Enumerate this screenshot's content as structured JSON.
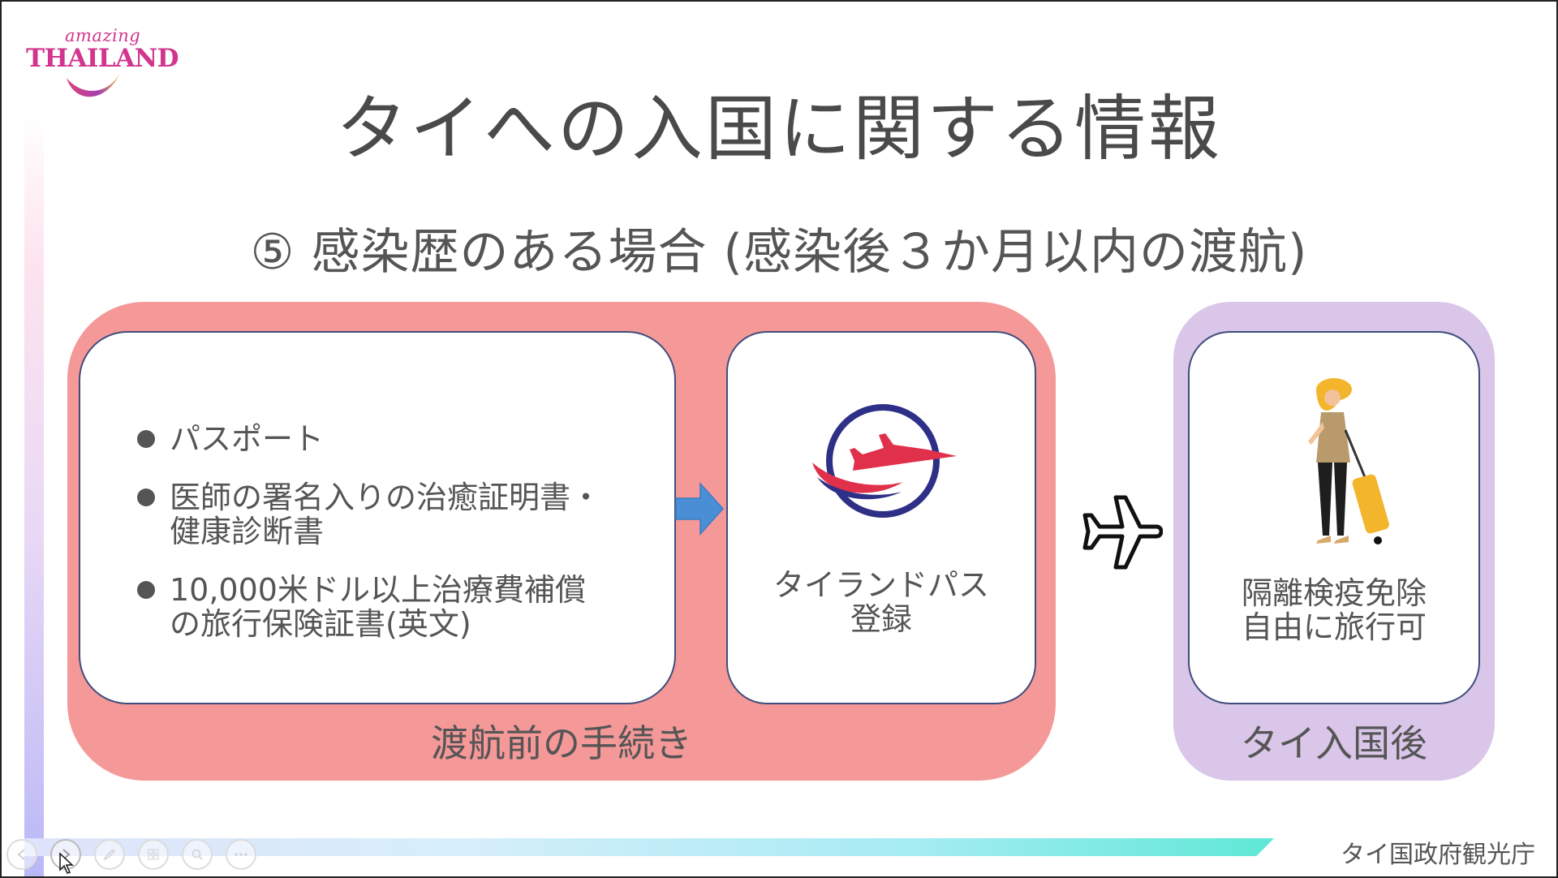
{
  "logo": {
    "amazing": "amazing",
    "thailand": "THAILAND"
  },
  "slide": {
    "title": "タイへの入国に関する情報",
    "subtitle": "⑤ 感染歴のある場合 (感染後３か月以内の渡航)",
    "pre_departure": {
      "label": "渡航前の手続き",
      "documents": [
        "パスポート",
        "医師の署名入りの治癒証明書・健康診断書",
        "10,000米ドル以上治療費補償の旅行保険証書(英文)"
      ],
      "documents_display": [
        [
          "パスポート"
        ],
        [
          "医師の署名入りの治癒証明書・",
          "健康診断書"
        ],
        [
          "10,000米ドル以上治療費補償",
          "の旅行保険証書(英文)"
        ]
      ],
      "pass": {
        "line1": "タイランドパス",
        "line2": "登録"
      }
    },
    "after_entry": {
      "label": "タイ入国後",
      "line1": "隔離検疫免除",
      "line2": "自由に旅行可"
    },
    "credit": "タイ国政府観光庁"
  },
  "colors": {
    "pre_group": "#f59898",
    "post_group": "#d9c6e8",
    "card_border": "#3f4d7c",
    "arrow": "#4a8fd6",
    "logo": "#d2358d"
  },
  "toolbar": {
    "buttons": [
      "previous-icon",
      "next-icon",
      "pen-icon",
      "slides-icon",
      "zoom-icon",
      "more-icon"
    ]
  }
}
